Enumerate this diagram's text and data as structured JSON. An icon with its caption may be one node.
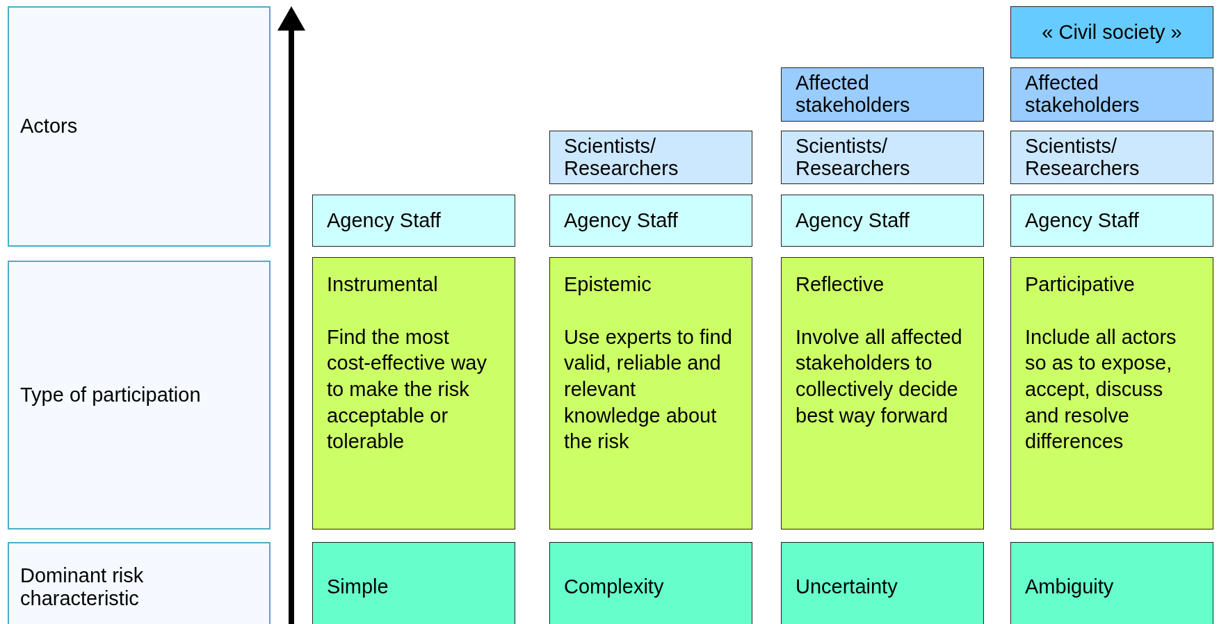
{
  "diagram": {
    "nodes": [
      {
        "text": [
          "Actors"
        ]
      },
      {
        "text": [
          "Type of participation"
        ]
      },
      {
        "text": [
          "Dominant risk characteristic"
        ]
      },
      {
        "text": [
          "Agency Staff"
        ]
      },
      {
        "text": [
          "Instrumental",
          "Find the most cost-effective way to make the risk acceptable or tolerable"
        ]
      },
      {
        "text": [
          "Simple"
        ]
      },
      {
        "text": [
          "Scientists/ Researchers"
        ]
      },
      {
        "text": [
          "Agency Staff"
        ]
      },
      {
        "text": [
          "Epistemic",
          "Use experts to find valid, reliable and relevant knowledge about the risk"
        ]
      },
      {
        "text": [
          "Complexity"
        ]
      },
      {
        "text": [
          "Affected stakeholders"
        ]
      },
      {
        "text": [
          "Scientists/ Researchers"
        ]
      },
      {
        "text": [
          "Agency Staff"
        ]
      },
      {
        "text": [
          "Reflective",
          "Involve all affected stakeholders to collectively decide best way forward"
        ]
      },
      {
        "text": [
          "Uncertainty"
        ]
      },
      {
        "text": [
          "« Civil society »"
        ]
      },
      {
        "text": [
          "Affected stakeholders"
        ]
      },
      {
        "text": [
          "Scientists/ Researchers"
        ]
      },
      {
        "text": [
          "Agency Staff"
        ]
      },
      {
        "text": [
          "Participative",
          "Include all actors so as to expose, accept, discuss and resolve differences"
        ]
      },
      {
        "text": [
          "Ambiguity"
        ]
      }
    ]
  }
}
